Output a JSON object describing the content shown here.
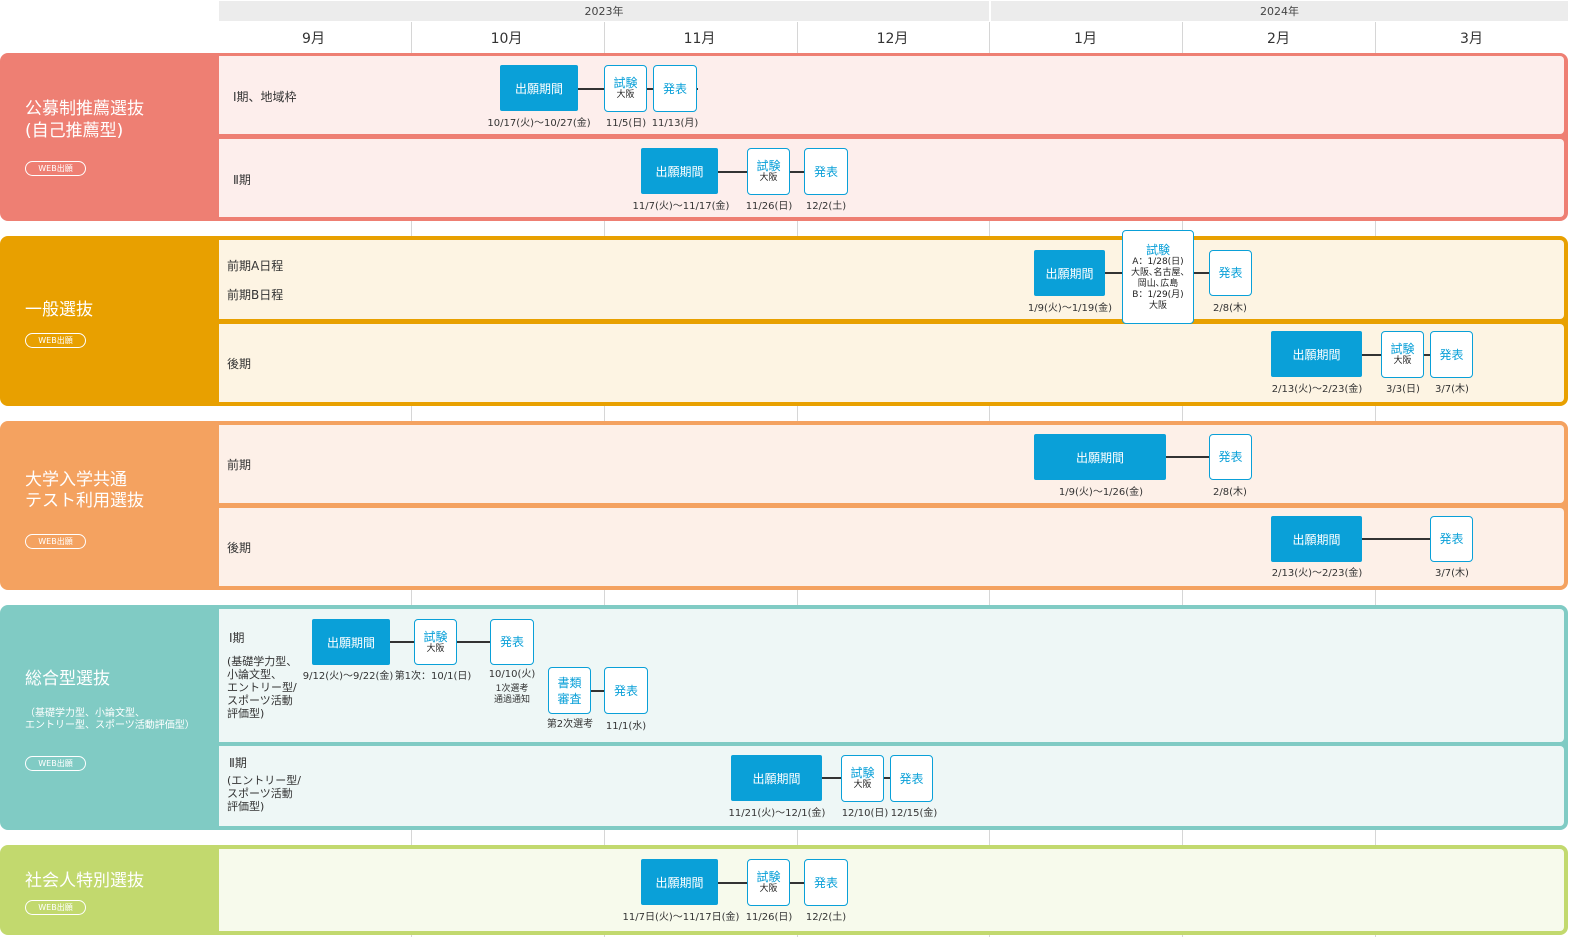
{
  "header": {
    "year_2023": "2023年",
    "year_2024": "2024年",
    "months": [
      "9月",
      "10月",
      "11月",
      "12月",
      "1月",
      "2月",
      "3月"
    ]
  },
  "colors": {
    "koubo": "#ee7f73",
    "ippan": "#e8a000",
    "kyotsu": "#f4a260",
    "sogo": "#80cbc4",
    "shakaijin": "#c2d96e",
    "box_blue": "#0aa0d8"
  },
  "common": {
    "web_badge": "WEB出願",
    "period": "出願期間",
    "exam": "試験",
    "announce": "発表",
    "osaka": "大阪"
  },
  "koubo": {
    "name": "公募制推薦選抜\n(自己推薦型)",
    "r1": {
      "label": "Ⅰ期、地域枠",
      "d_period": "10/17(火)〜10/27(金)",
      "d_exam": "11/5(日)",
      "d_ann": "11/13(月)"
    },
    "r2": {
      "label": "Ⅱ期",
      "d_period": "11/7(火)〜11/17(金)",
      "d_exam": "11/26(日)",
      "d_ann": "12/2(土)"
    }
  },
  "ippan": {
    "name": "一般選抜",
    "r1": {
      "label_a": "前期A日程",
      "label_b": "前期B日程",
      "exam_detail": "A：1/28(日)\n大阪､名古屋､\n岡山､広島\nB：1/29(月)\n大阪",
      "d_period": "1/9(火)〜1/19(金)",
      "d_ann": "2/8(木)"
    },
    "r2": {
      "label": "後期",
      "d_period": "2/13(火)〜2/23(金)",
      "d_exam": "3/3(日)",
      "d_ann": "3/7(木)"
    }
  },
  "kyotsu": {
    "name": "大学入学共通\nテスト利用選抜",
    "r1": {
      "label": "前期",
      "d_period": "1/9(火)〜1/26(金)",
      "d_ann": "2/8(木)"
    },
    "r2": {
      "label": "後期",
      "d_period": "2/13(火)〜2/23(金)",
      "d_ann": "3/7(木)"
    }
  },
  "sogo": {
    "name": "総合型選抜",
    "sub": "（基礎学力型、小論文型、\nエントリー型、スポーツ活動評価型）",
    "r1": {
      "label": "Ⅰ期",
      "label_sub": "(基礎学力型、\n小論文型、\nエントリー型/\nスポーツ活動\n評価型)",
      "d_period": "9/12(火)〜9/22(金)",
      "d_exam": "第1次：10/1(日)",
      "d_ann": "10/10(火)",
      "ann_note": "1次選考\n通過通知",
      "doc": "書類\n審査",
      "d_doc": "第2次選考",
      "d_ann2": "11/1(水)"
    },
    "r2": {
      "label": "Ⅱ期",
      "label_sub": "(エントリー型/\nスポーツ活動\n評価型)",
      "d_period": "11/21(火)〜12/1(金)",
      "d_exam": "12/10(日)",
      "d_ann": "12/15(金)"
    }
  },
  "shakaijin": {
    "name": "社会人特別選抜",
    "r1": {
      "d_period": "11/7日(火)〜11/17日(金)",
      "d_exam": "11/26(日)",
      "d_ann": "12/2(土)"
    }
  }
}
